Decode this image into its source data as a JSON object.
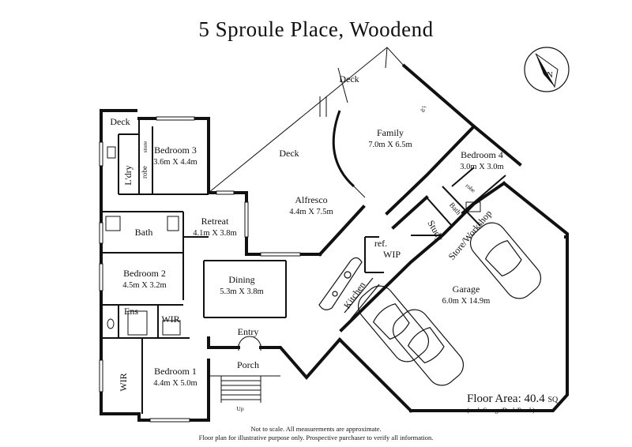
{
  "title": "5 Sproule Place, Woodend",
  "rooms": {
    "family": {
      "name": "Family",
      "dims": "7.0m X 6.5m"
    },
    "bedroom4": {
      "name": "Bedroom 4",
      "dims": "3.0m X 3.0m"
    },
    "bedroom3": {
      "name": "Bedroom 3",
      "dims": "3.6m X 4.4m"
    },
    "alfresco": {
      "name": "Alfresco",
      "dims": "4.4m X 7.5m"
    },
    "retreat": {
      "name": "Retreat",
      "dims": "4.1m X 3.8m"
    },
    "bedroom2": {
      "name": "Bedroom 2",
      "dims": "4.5m X 3.2m"
    },
    "dining": {
      "name": "Dining",
      "dims": "5.3m X 3.8m"
    },
    "garage": {
      "name": "Garage",
      "dims": "6.0m X 14.9m"
    },
    "bedroom1": {
      "name": "Bedroom 1",
      "dims": "4.4m X 5.0m"
    }
  },
  "labels": {
    "deck_top": "Deck",
    "deck_left": "Deck",
    "deck_mid": "Deck",
    "laundry": "L'dry",
    "robe3": "robe",
    "store3": "store",
    "bath": "Bath",
    "wir_ens": "WIR",
    "ens": "Ens",
    "wir_bed1": "WIR",
    "entry": "Entry",
    "porch": "Porch",
    "up": "Up",
    "kitchen": "Kitchen",
    "ref": "ref.",
    "wip": "WIP",
    "study": "Study",
    "bath4": "Bath",
    "store_workshop": "Store/Workshop",
    "robe4": "robe",
    "fp": "f.p"
  },
  "compass": {
    "icon": "north-arrow-icon",
    "letter": "N"
  },
  "floor_area": {
    "label": "Floor Area: 40.4",
    "unit": "SQ",
    "note": "(excl. Garage/Deck/Porch)"
  },
  "disclaimer": [
    "Not to scale. All measurements are approximate.",
    "Floor plan for illustrative purpose only. Prospective purchaser to verify all information."
  ]
}
